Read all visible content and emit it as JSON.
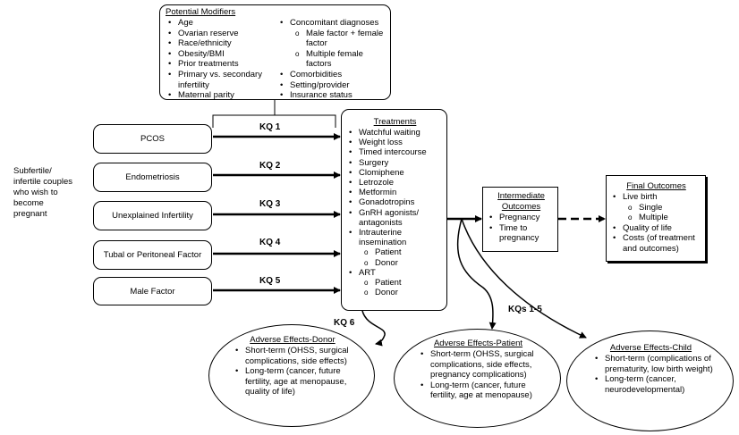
{
  "modifiers": {
    "title": "Potential Modifiers",
    "left": [
      "Age",
      "Ovarian reserve",
      "Race/ethnicity",
      "Obesity/BMI",
      "Prior treatments",
      "Primary vs. secondary infertility",
      "Maternal parity"
    ],
    "right": [
      {
        "label": "Concomitant diagnoses",
        "sub": [
          "Male factor + female factor",
          "Multiple female factors"
        ]
      },
      {
        "label": "Comorbidities"
      },
      {
        "label": "Setting/provider"
      },
      {
        "label": "Insurance status"
      }
    ]
  },
  "population": "Subfertile/ infertile couples who wish to become pregnant",
  "conditions": [
    "PCOS",
    "Endometriosis",
    "Unexplained Infertility",
    "Tubal or Peritoneal Factor",
    "Male Factor"
  ],
  "kq_labels": [
    "KQ 1",
    "KQ 2",
    "KQ 3",
    "KQ 4",
    "KQ 5"
  ],
  "kq6": "KQ 6",
  "kqs15": "KQs 1-5",
  "treatments": {
    "title": "Treatments",
    "items": [
      {
        "label": "Watchful waiting"
      },
      {
        "label": "Weight loss"
      },
      {
        "label": "Timed intercourse"
      },
      {
        "label": "Surgery"
      },
      {
        "label": "Clomiphene"
      },
      {
        "label": "Letrozole"
      },
      {
        "label": "Metformin"
      },
      {
        "label": "Gonadotropins"
      },
      {
        "label": "GnRH agonists/ antagonists"
      },
      {
        "label": "Intrauterine insemination",
        "sub": [
          "Patient",
          "Donor"
        ]
      },
      {
        "label": "ART",
        "sub": [
          "Patient",
          "Donor"
        ]
      }
    ]
  },
  "intermediate": {
    "title": "Intermediate Outcomes",
    "items": [
      "Pregnancy",
      "Time to pregnancy"
    ]
  },
  "final": {
    "title": "Final Outcomes",
    "items": [
      {
        "label": "Live birth",
        "sub": [
          "Single",
          "Multiple"
        ]
      },
      {
        "label": "Quality of life"
      },
      {
        "label": "Costs (of treatment and outcomes)"
      }
    ]
  },
  "adverse_donor": {
    "title": "Adverse Effects-Donor",
    "items": [
      "Short-term (OHSS, surgical complications, side effects)",
      "Long-term (cancer, future fertility, age at menopause, quality of life)"
    ]
  },
  "adverse_patient": {
    "title": "Adverse Effects-Patient",
    "items": [
      "Short-term (OHSS, surgical complications, side effects, pregnancy complications)",
      "Long-term (cancer, future fertility, age at menopause)"
    ]
  },
  "adverse_child": {
    "title": "Adverse Effects-Child",
    "items": [
      "Short-term (complications of prematurity, low birth weight)",
      "Long-term (cancer, neurodevelopmental)"
    ]
  }
}
